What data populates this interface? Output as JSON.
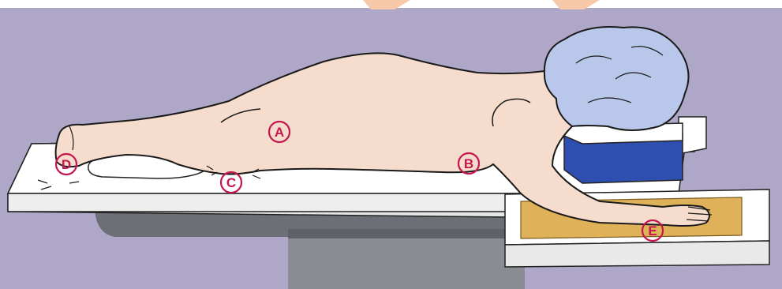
{
  "colors": {
    "background": "#afa7c8",
    "skin": "#f6dccc",
    "hair": "#b9c7ea",
    "table_top": "#ffffff",
    "table_edge": "#e6e6e6",
    "pedestal": "#8b8d94",
    "headrest": "#2f4fb0",
    "arm_pad": "#dfb25a",
    "marker": "#c4174e",
    "watermark": "#f7c9a8"
  },
  "labels": {
    "A": "A",
    "B": "B",
    "C": "C",
    "D": "D",
    "E": "E"
  }
}
